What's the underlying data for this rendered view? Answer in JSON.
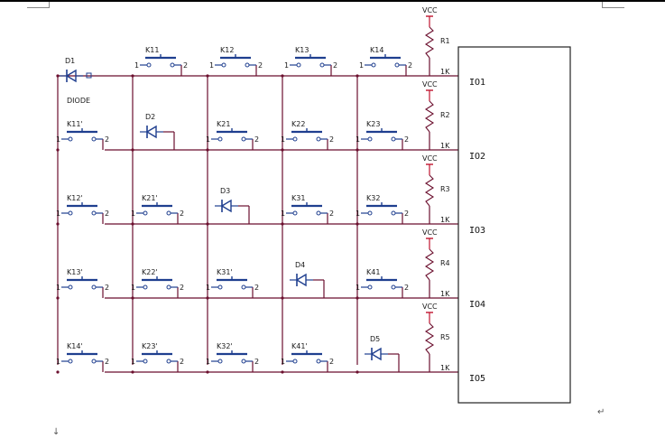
{
  "columns": [
    {
      "keys": [
        "K11",
        "K11'",
        "K12'",
        "K13'",
        "K14'"
      ]
    },
    {
      "keys": [
        "K12",
        "K21",
        "K21'",
        "K22'",
        "K23'"
      ]
    },
    {
      "keys": [
        "K13",
        "K22",
        "K31",
        "K31'",
        "K32'"
      ]
    },
    {
      "keys": [
        "K14",
        "K23",
        "K32",
        "K41",
        "K41'"
      ]
    },
    {
      "keys": [
        "",
        "",
        "",
        "",
        ""
      ]
    }
  ],
  "rows": [
    {
      "io": "IO1",
      "vcc": "VCC",
      "resistor": "R1",
      "value": "1K",
      "diode": "D1"
    },
    {
      "io": "IO2",
      "vcc": "VCC",
      "resistor": "R2",
      "value": "1K",
      "diode": "D2"
    },
    {
      "io": "IO3",
      "vcc": "VCC",
      "resistor": "R3",
      "value": "1K",
      "diode": "D3"
    },
    {
      "io": "IO4",
      "vcc": "VCC",
      "resistor": "R4",
      "value": "1K",
      "diode": "D4"
    },
    {
      "io": "IO5",
      "vcc": "VCC",
      "resistor": "R5",
      "value": "1K",
      "diode": "D5"
    }
  ],
  "switches": [
    [
      "K11",
      "K12",
      "K13",
      "K14"
    ],
    [
      "K11'",
      "K21",
      "K22",
      "K23"
    ],
    [
      "K12'",
      "K21'",
      "K31",
      "K32"
    ],
    [
      "K13'",
      "K22'",
      "K31'",
      "K41"
    ],
    [
      "K14'",
      "K23'",
      "K32'",
      "K41'"
    ]
  ],
  "diode_type": "DIODE",
  "pin_one": "1",
  "pin_two": "2",
  "colors": {
    "wire": "#6b0f2e",
    "switch": "#1f3f8f",
    "diode": "#1f3f8f",
    "vcc": "#c0152f",
    "text": "#1a1a1a"
  },
  "marks": {
    "return_arrow": "↵",
    "down_arrow": "↓"
  }
}
